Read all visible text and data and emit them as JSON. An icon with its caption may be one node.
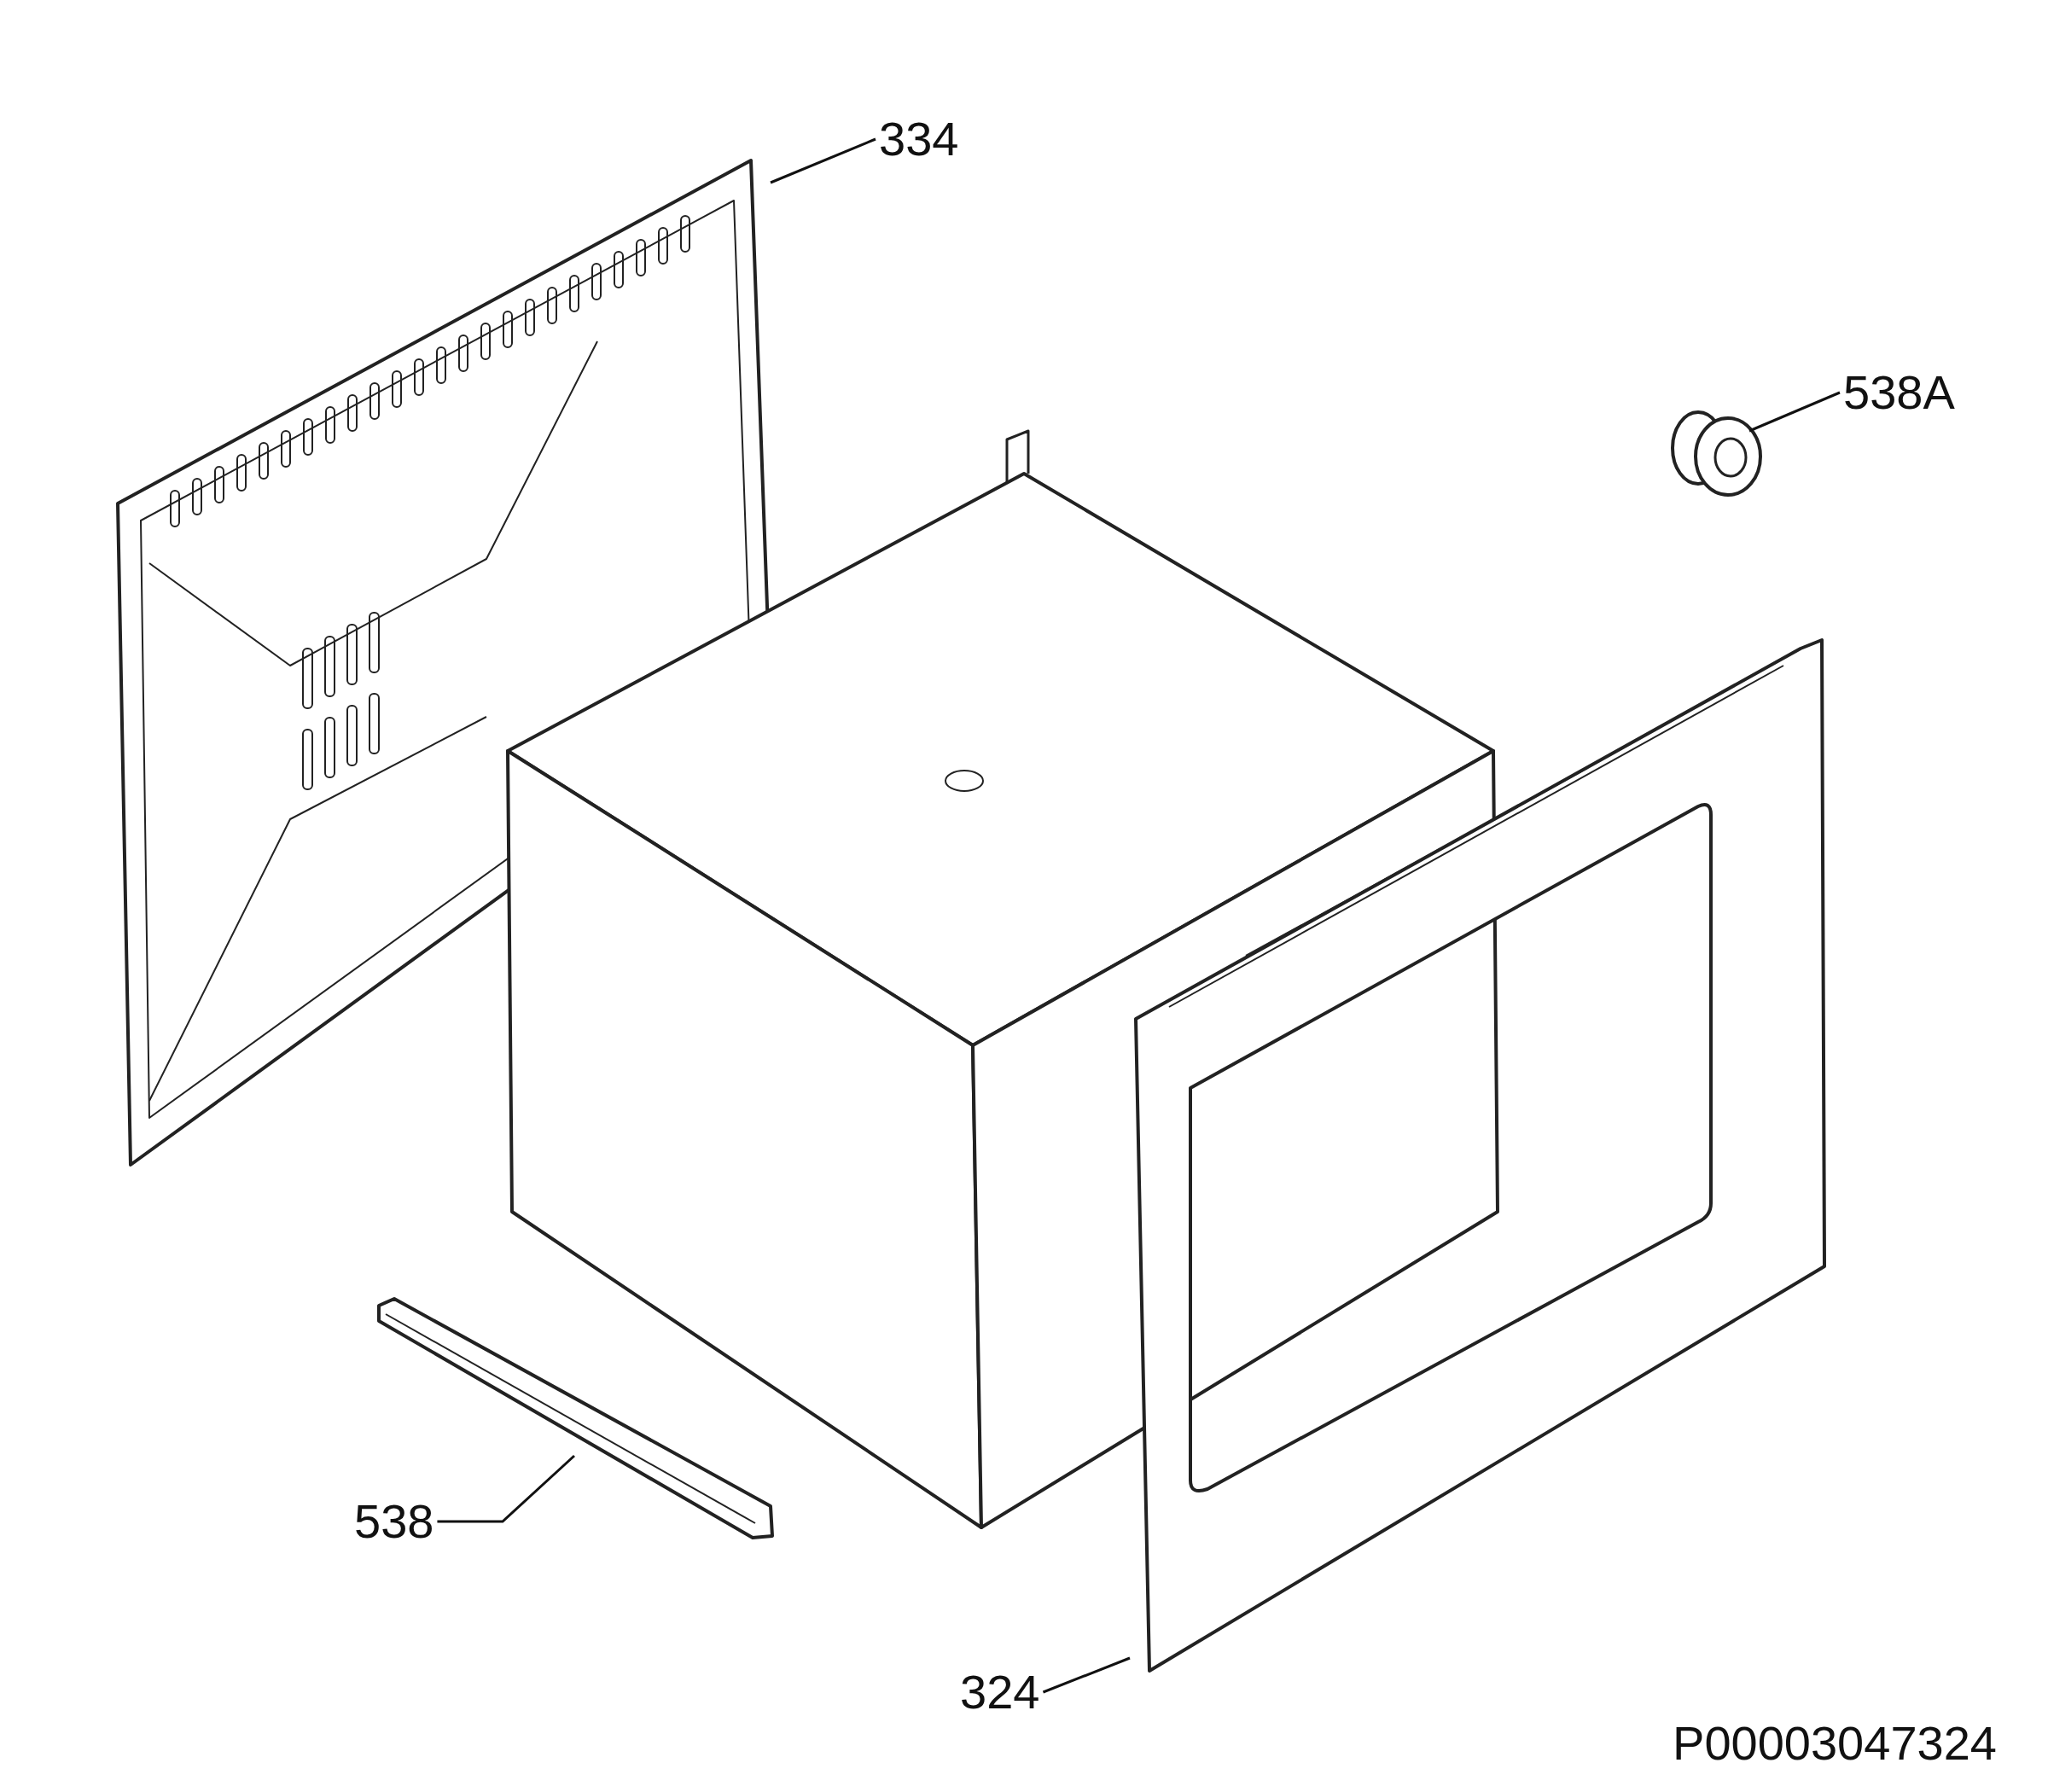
{
  "diagram": {
    "nodes": [
      {
        "text": [
          "334"
        ]
      },
      {
        "text": [],
        "shape": "picture"
      },
      {
        "text": [
          "538A"
        ]
      },
      {
        "text": [],
        "shape": "picture"
      },
      {
        "text": [
          "538"
        ]
      },
      {
        "text": [],
        "shape": "picture"
      },
      {
        "text": [
          "324"
        ]
      },
      {
        "text": [],
        "shape": "picture"
      }
    ],
    "edges": [
      {
        "from": 0,
        "to": 1,
        "arrow": "none"
      },
      {
        "from": 2,
        "to": 3,
        "arrow": "none"
      },
      {
        "from": 4,
        "to": 5,
        "arrow": "none"
      },
      {
        "from": 6,
        "to": 7,
        "arrow": "none"
      }
    ],
    "labels": [
      "P00003047324"
    ]
  }
}
